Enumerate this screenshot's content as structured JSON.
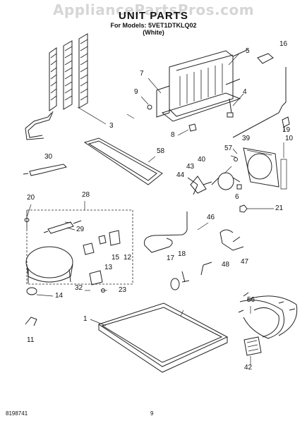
{
  "watermark": "AppliancePartsPros.com",
  "title": "UNIT PARTS",
  "models_line": "For Models: 5VET1DTKLQ02",
  "color_line": "(White)",
  "callouts": [
    "1",
    "3",
    "4",
    "5",
    "6",
    "7",
    "8",
    "9",
    "10",
    "11",
    "12",
    "13",
    "14",
    "15",
    "16",
    "17",
    "18",
    "19",
    "20",
    "21",
    "23",
    "28",
    "29",
    "30",
    "32",
    "39",
    "40",
    "42",
    "43",
    "44",
    "46",
    "47",
    "48",
    "56",
    "57",
    "58"
  ],
  "footer": {
    "doc_number": "8198741",
    "page_number": "9"
  }
}
